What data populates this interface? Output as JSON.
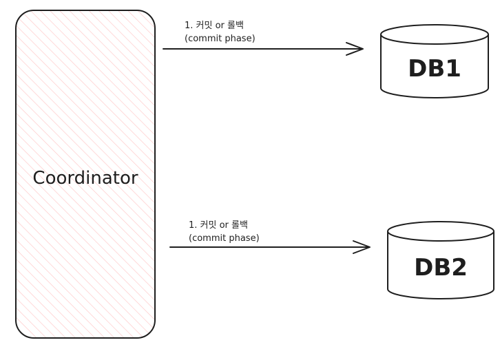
{
  "coordinator": {
    "label": "Coordinator",
    "fill_color": "#ffc9c9",
    "stroke_color": "#1e1e1e"
  },
  "databases": [
    {
      "label": "DB1"
    },
    {
      "label": "DB2"
    }
  ],
  "arrows": [
    {
      "line1": "1. 커밋 or 롤백",
      "line2": "(commit phase)"
    },
    {
      "line1": "1. 커밋 or 롤백",
      "line2": "(commit phase)"
    }
  ]
}
